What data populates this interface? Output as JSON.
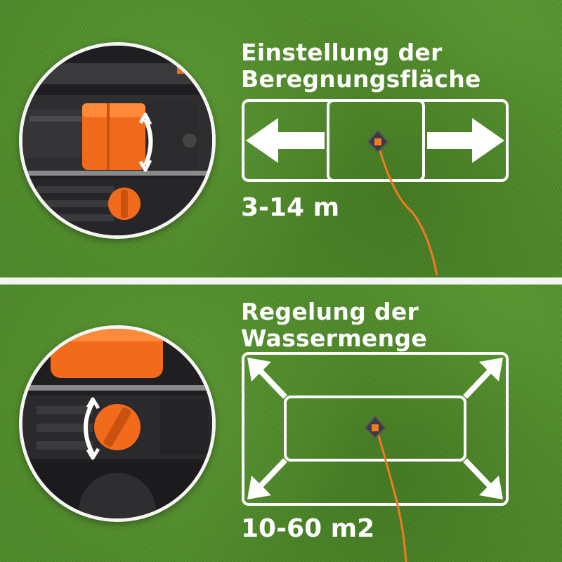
{
  "sections": [
    {
      "title_line1": "Einstellung der",
      "title_line2": "Beregnungsfläche",
      "value": "3-14 m"
    },
    {
      "title_line1": "Regelung der",
      "title_line2": "Wassermenge",
      "value": "10-60 m2"
    }
  ],
  "colors": {
    "grass": "#4f8a2a",
    "accent_orange": "#f26a1b",
    "device_dark": "#2a2a2c",
    "line_white": "#ffffff",
    "divider": "#f4f4f2"
  },
  "icons": [
    "range-adjust-arrow-icon",
    "flow-dial-arrow-icon",
    "sprinkler-icon",
    "hose-icon"
  ]
}
